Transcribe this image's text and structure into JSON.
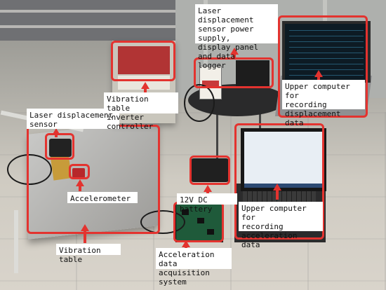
{
  "labels": {
    "laser_sensor": "Laser displacement\nsensor",
    "vibration_controller": "Vibration table\ninverter controller",
    "power_logger": "Laser displacement\nsensor power supply,\ndisplay panel and data\nlogger",
    "upper_displacement": "Upper computer for\nrecording\ndisplacement data",
    "accelerometer": "Accelerometer",
    "battery": "12V DC battery",
    "upper_acceleration": "Upper computer for\nrecording\nacceleration data",
    "vibration_table": "Vibration table",
    "daq": "Acceleration data\nacquisition system"
  },
  "colors": {
    "annotation_red": "#e3332f",
    "label_background": "#ffffff"
  }
}
